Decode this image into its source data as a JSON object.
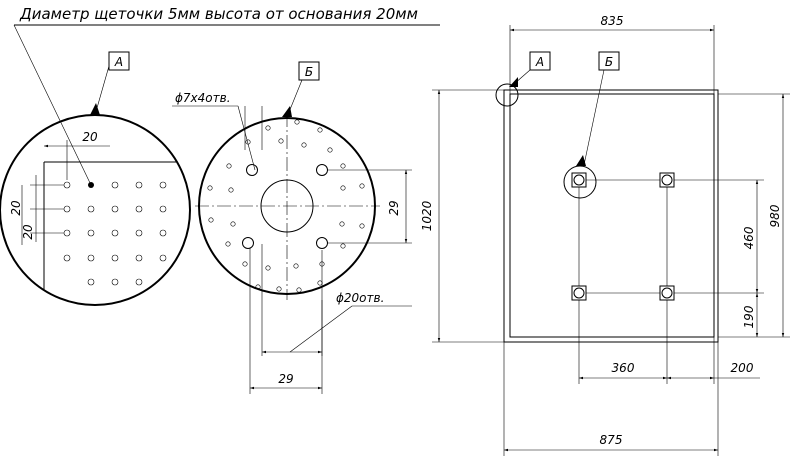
{
  "title": "Диаметр щеточки 5мм высота от основания 20мм",
  "view_labels": {
    "a": "А",
    "b": "Б"
  },
  "detail_a": {
    "dim_horizontal": "20",
    "dim_vertical_1": "20",
    "dim_vertical_2": "20"
  },
  "detail_b": {
    "small_holes": "ϕ7x4отв.",
    "large_holes": "ϕ20отв.",
    "dim_vertical": "29",
    "dim_horizontal": "29"
  },
  "plate": {
    "width_top": "835",
    "width_bottom": "875",
    "height_outer": "1020",
    "height_inner": "980",
    "dim_460": "460",
    "dim_190": "190",
    "dim_360": "360",
    "dim_200": "200"
  }
}
